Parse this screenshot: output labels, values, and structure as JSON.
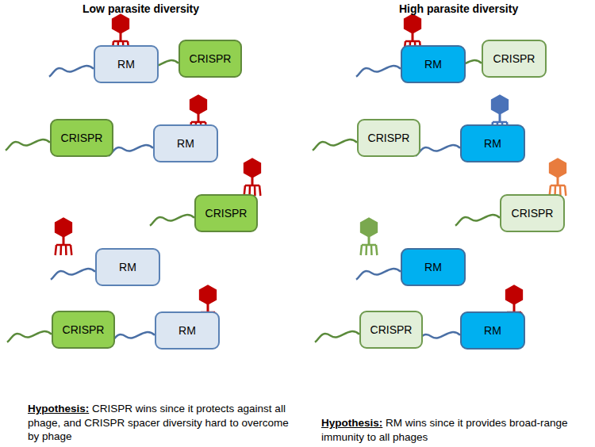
{
  "diagram": {
    "nodes": [
      {
        "text": [
          "RM"
        ]
      },
      {
        "text": [
          "CRISPR"
        ]
      },
      {
        "text": [
          "CRISPR"
        ]
      },
      {
        "text": [
          "RM"
        ]
      },
      {
        "text": [
          "CRISPR"
        ]
      },
      {
        "text": [
          "RM"
        ]
      },
      {
        "text": [
          "CRISPR"
        ]
      },
      {
        "text": [
          "RM"
        ]
      },
      {
        "text": [
          "RM"
        ]
      },
      {
        "text": [
          "CRISPR"
        ]
      },
      {
        "text": [
          "CRISPR"
        ]
      },
      {
        "text": [
          "RM"
        ]
      },
      {
        "text": [
          "CRISPR"
        ]
      },
      {
        "text": [
          "RM"
        ]
      },
      {
        "text": [
          "CRISPR"
        ]
      },
      {
        "text": [
          "RM"
        ]
      }
    ],
    "labels": [
      "Low parasite diversity",
      "High parasite diversity",
      "Hypothesis:",
      "CRISPR wins since it protects against all phage, and CRISPR spacer diversity hard to overcome by phage",
      "Hypothesis:",
      "RM wins since it provides broad-range immunity to all phages"
    ]
  }
}
